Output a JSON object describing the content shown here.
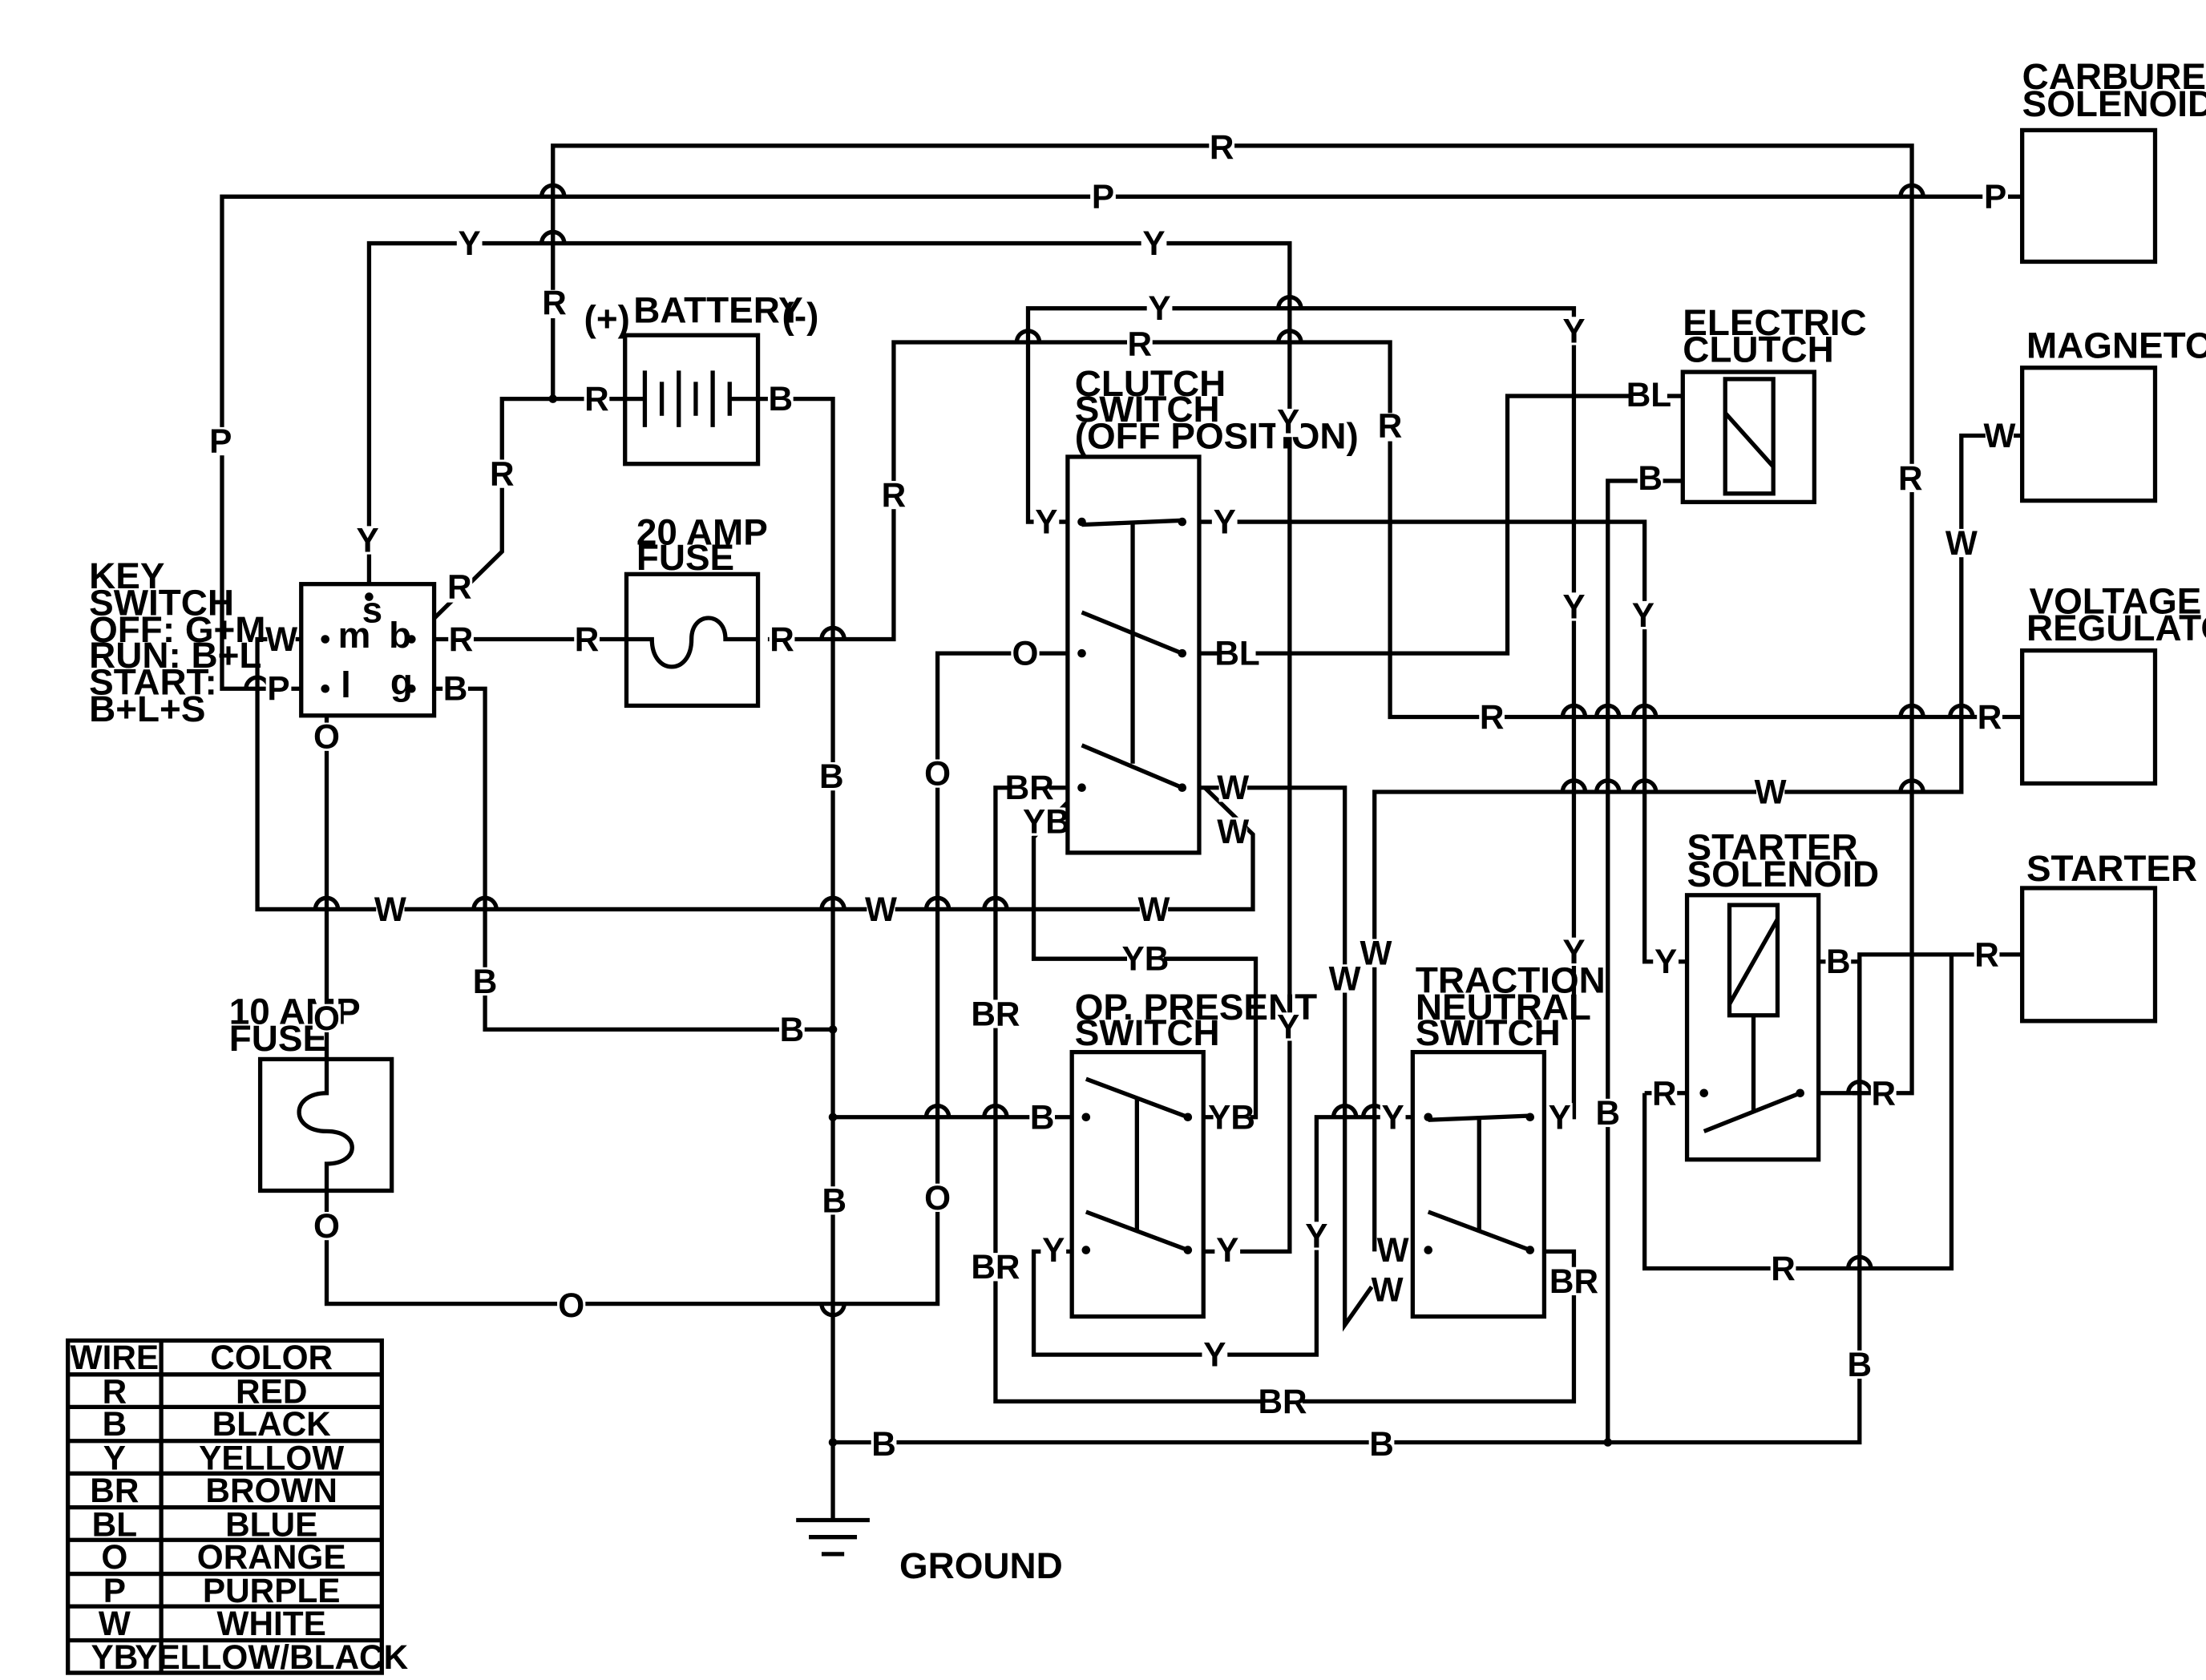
{
  "components": {
    "carburetor_solenoid": [
      "CARBURETOR",
      "SOLENOID"
    ],
    "magneto": [
      "MAGNETO"
    ],
    "voltage_regulator": [
      "VOLTAGE",
      "REGULATOR"
    ],
    "starter": [
      "STARTER"
    ],
    "electric_clutch": [
      "ELECTRIC",
      "CLUTCH"
    ],
    "battery": [
      "BATTERY"
    ],
    "battery_plus": "(+)",
    "battery_minus": "(-)",
    "fuse_20": [
      "20 AMP",
      "FUSE"
    ],
    "fuse_10": [
      "10 AMP",
      "FUSE"
    ],
    "clutch_switch": [
      "CLUTCH",
      "SWITCH",
      "(OFF POSITION)"
    ],
    "op_present_switch": [
      "OP. PRESENT",
      "SWITCH"
    ],
    "traction_neutral_switch": [
      "TRACTION",
      "NEUTRAL",
      "SWITCH"
    ],
    "starter_solenoid": [
      "STARTER",
      "SOLENOID"
    ],
    "key_switch": [
      "KEY",
      "SWITCH",
      "OFF: G+M",
      "RUN: B+L",
      "START:",
      "B+L+S"
    ],
    "key_terminals": {
      "s": "s",
      "m": "m",
      "b": "b",
      "l": "l",
      "g": "g"
    },
    "ground": "GROUND"
  },
  "wire_labels": {
    "r": "R",
    "p": "P",
    "y": "Y",
    "b": "B",
    "w": "W",
    "o": "O",
    "bl": "BL",
    "br": "BR",
    "yb": "YB"
  },
  "legend": {
    "headers": [
      "WIRE",
      "COLOR"
    ],
    "rows": [
      [
        "R",
        "RED"
      ],
      [
        "B",
        "BLACK"
      ],
      [
        "Y",
        "YELLOW"
      ],
      [
        "BR",
        "BROWN"
      ],
      [
        "BL",
        "BLUE"
      ],
      [
        "O",
        "ORANGE"
      ],
      [
        "P",
        "PURPLE"
      ],
      [
        "W",
        "WHITE"
      ],
      [
        "YB",
        "YELLOW/BLACK"
      ]
    ]
  }
}
